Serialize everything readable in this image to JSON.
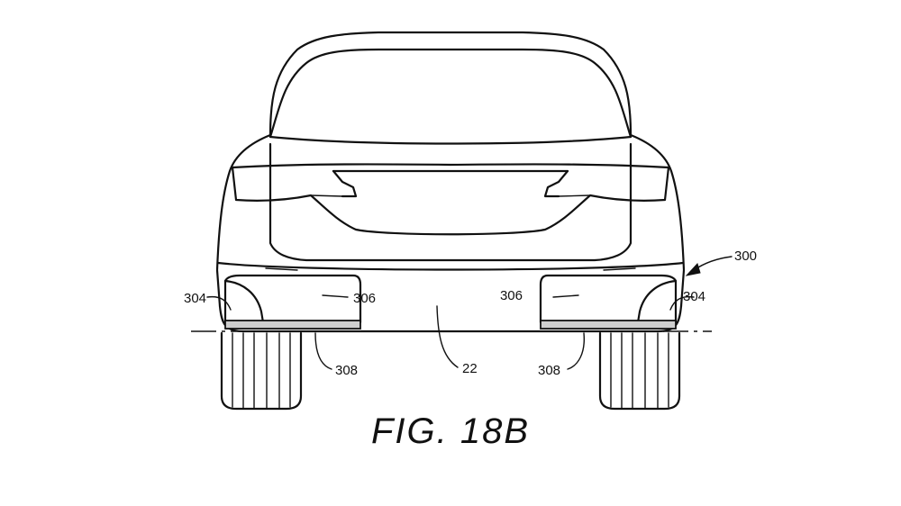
{
  "figure": {
    "caption": "FIG. 18B",
    "labels": {
      "assembly": "300",
      "left_light": "304",
      "left_panel": "306",
      "right_panel": "306",
      "right_light": "304",
      "left_strip": "308",
      "center_ground": "22",
      "right_strip": "308"
    }
  }
}
